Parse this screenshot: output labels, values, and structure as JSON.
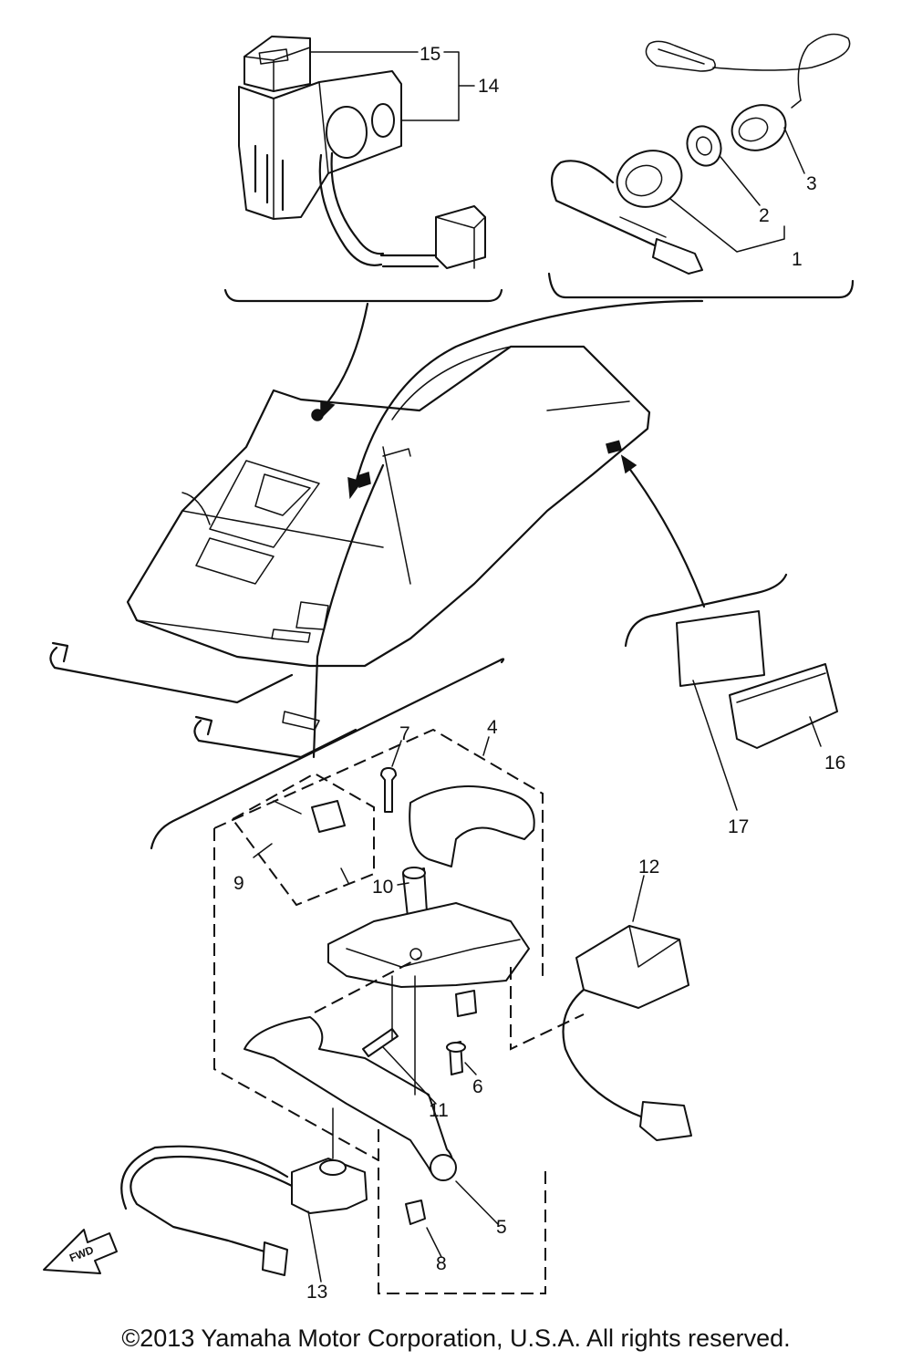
{
  "callouts": {
    "c1": "1",
    "c2": "2",
    "c3": "3",
    "c4": "4",
    "c5": "5",
    "c6": "6",
    "c7": "7",
    "c8": "8",
    "c9": "9",
    "c10": "10",
    "c11": "11",
    "c12": "12",
    "c13": "13",
    "c14": "14",
    "c15": "15",
    "c16": "16",
    "c17": "17"
  },
  "fwd_label": "FWD",
  "copyright": "©2013 Yamaha Motor Corporation, U.S.A. All rights reserved."
}
